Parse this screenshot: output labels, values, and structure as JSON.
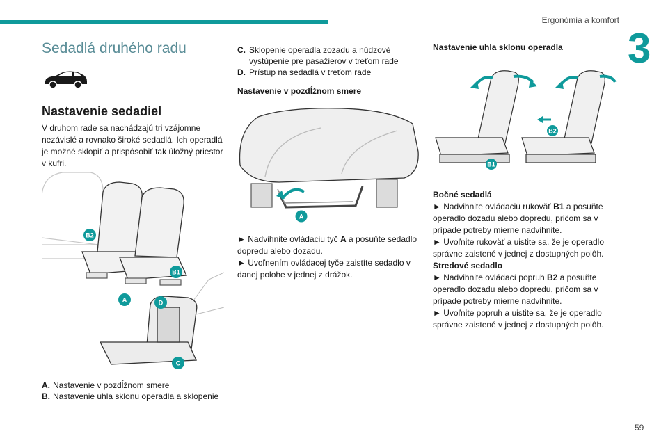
{
  "header": {
    "section_title": "Ergonómia a komfort",
    "chapter_number": "3",
    "page_number": "59"
  },
  "col1": {
    "title": "Sedadlá druhého radu",
    "subtitle": "Nastavenie sedadiel",
    "intro": "V druhom rade sa nachádzajú tri vzájomne nezávislé a rovnako široké sedadlá. Ich operadlá je možné sklopiť a prispôsobiť tak úložný priestor v kufri.",
    "figure_labels": [
      "B2",
      "B1",
      "A",
      "D",
      "C"
    ],
    "legend": [
      {
        "key": "A.",
        "text": "Nastavenie v pozdĺžnom smere"
      },
      {
        "key": "B.",
        "text": "Nastavenie uhla sklonu operadla a sklopenie"
      }
    ]
  },
  "col2": {
    "legend": [
      {
        "key": "C.",
        "text": "Sklopenie operadla zozadu a núdzové vystúpenie pre pasažierov v treťom rade"
      },
      {
        "key": "D.",
        "text": "Prístup na sedadlá v treťom rade"
      }
    ],
    "heading": "Nastavenie v pozdĺžnom smere",
    "figure_label": "A",
    "steps": [
      "► Nadvihnite ovládaciu tyč ",
      "A",
      " a posuňte sedadlo dopredu alebo dozadu.",
      "► Uvoľnením ovládacej tyče zaistíte sedadlo v danej polohe v jednej z drážok."
    ]
  },
  "col3": {
    "heading": "Nastavenie uhla sklonu operadla",
    "figure_labels": [
      "B1",
      "B2"
    ],
    "side_title": "Bočné sedadlá",
    "side_step1_a": "► Nadvihnite ovládaciu rukoväť ",
    "side_step1_key": "B1",
    "side_step1_b": " a posuňte operadlo dozadu alebo dopredu, pričom sa v prípade potreby mierne nadvihnite.",
    "side_step2": "► Uvoľnite rukoväť a uistite sa, že je operadlo správne zaistené v jednej z dostupných polôh.",
    "middle_title": "Stredové sedadlo",
    "middle_step1_a": "► Nadvihnite ovládací popruh ",
    "middle_step1_key": "B2",
    "middle_step1_b": " a posuňte operadlo dozadu alebo dopredu, pričom sa v prípade potreby mierne nadvihnite.",
    "middle_step2": "► Uvoľnite popruh a uistite sa, že je operadlo správne zaistené v jednej z dostupných polôh."
  },
  "colors": {
    "accent": "#0f9a9b",
    "title": "#5a8d97"
  }
}
